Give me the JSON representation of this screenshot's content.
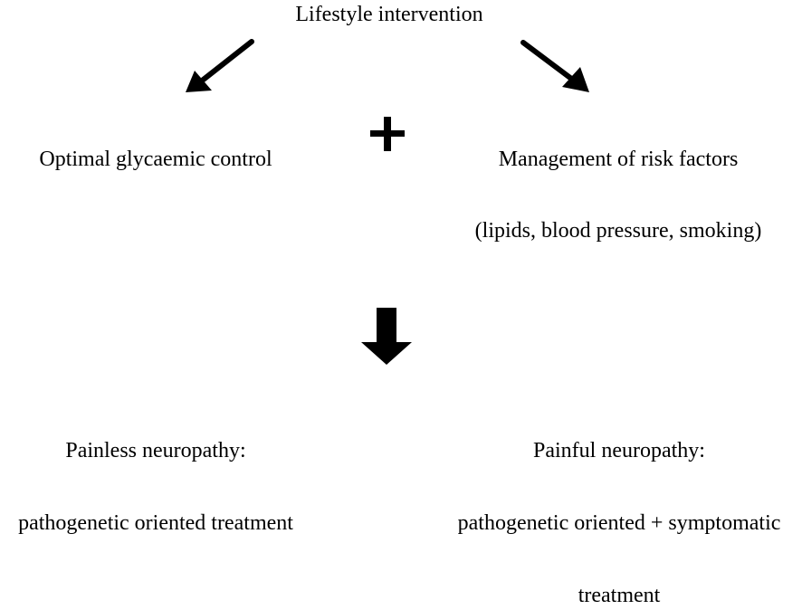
{
  "top": {
    "label": "Lifestyle intervention"
  },
  "left_branch": {
    "label": "Optimal glycaemic control"
  },
  "right_branch": {
    "label": "Management of risk factors",
    "sublabel": "(lipids, blood pressure, smoking)"
  },
  "combine_symbol": "+",
  "outcome_left": {
    "heading": "Painless neuropathy:",
    "treatment": "pathogenetic oriented treatment"
  },
  "outcome_right": {
    "heading": "Painful neuropathy:",
    "treatment_line1": "pathogenetic oriented + symptomatic",
    "treatment_line2": "treatment"
  },
  "colors": {
    "text": "#000000",
    "background": "#ffffff"
  }
}
